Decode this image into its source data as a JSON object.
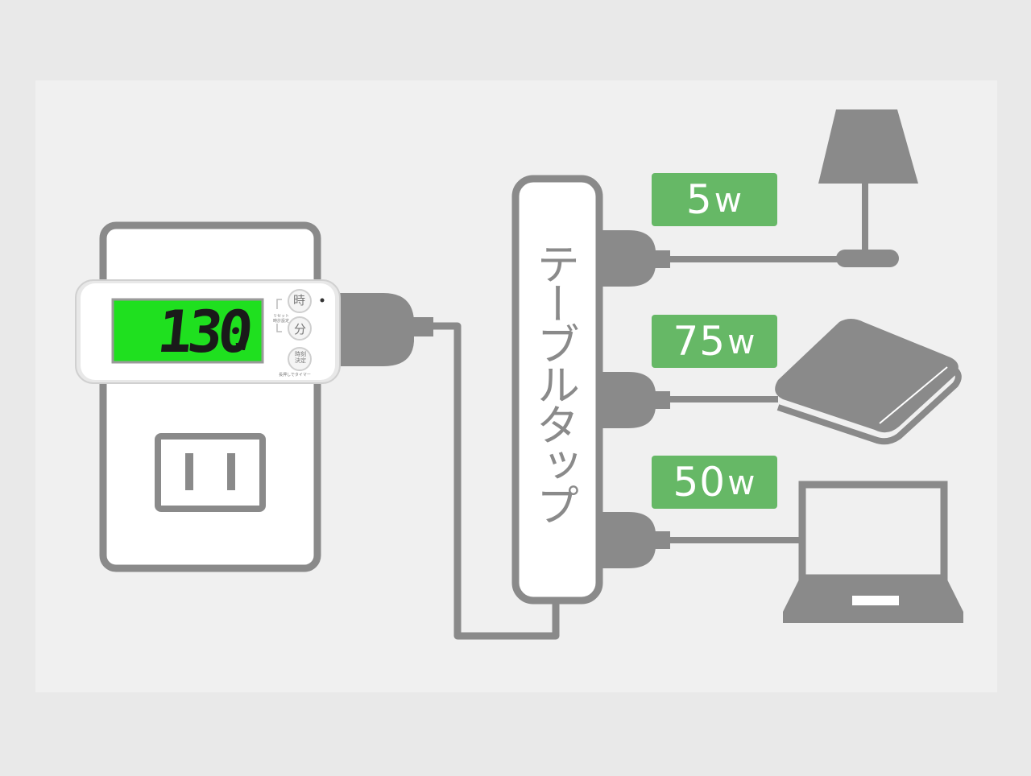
{
  "meter": {
    "display_value": "130",
    "display_unit": "w",
    "buttons": {
      "hour": "時",
      "minute": "分",
      "set": "時刻\n決定"
    },
    "small_labels": {
      "reset": "リセット\n時計設定",
      "timer": "長押しでタイマー"
    },
    "lcd_color": "#1fe01f"
  },
  "power_strip": {
    "label": "テーブルタップ"
  },
  "devices": [
    {
      "icon": "lamp-icon",
      "wattage": "5",
      "unit": "w"
    },
    {
      "icon": "heating-pad-icon",
      "wattage": "75",
      "unit": "w"
    },
    {
      "icon": "laptop-icon",
      "wattage": "50",
      "unit": "w"
    }
  ],
  "colors": {
    "background": "#e9e9e9",
    "panel": "#f0f0f0",
    "outline": "#8a8a8a",
    "badge": "#66b866",
    "lcd": "#1fe01f"
  }
}
